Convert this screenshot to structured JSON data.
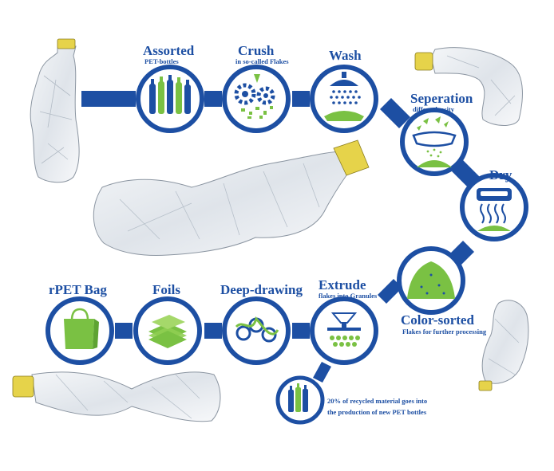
{
  "steps": {
    "assorted": {
      "title": "Assorted",
      "sub": "PET-bottles"
    },
    "crush": {
      "title": "Crush",
      "sub": "in so-called Flakes"
    },
    "wash": {
      "title": "Wash"
    },
    "separation": {
      "title": "Seperation",
      "sub": "differe density"
    },
    "dry": {
      "title": "Dry"
    },
    "color_sorted": {
      "title": "Color-sorted",
      "sub": "Flakes for further processing"
    },
    "extrude": {
      "title": "Extrude",
      "sub": "flakes into Granules"
    },
    "deep_drawing": {
      "title": "Deep-drawing"
    },
    "foils": {
      "title": "Foils"
    },
    "rpet_bag": {
      "title": "rPET Bag"
    }
  },
  "note": {
    "line1": "20% of recycled material goes into",
    "line2": "the production of new PET bottles"
  },
  "colors": {
    "primary_blue": "#1d4fa3",
    "accent_green": "#7ac143",
    "cap_yellow": "#e6d34a",
    "bottle_gray": "#9aa3ad"
  }
}
